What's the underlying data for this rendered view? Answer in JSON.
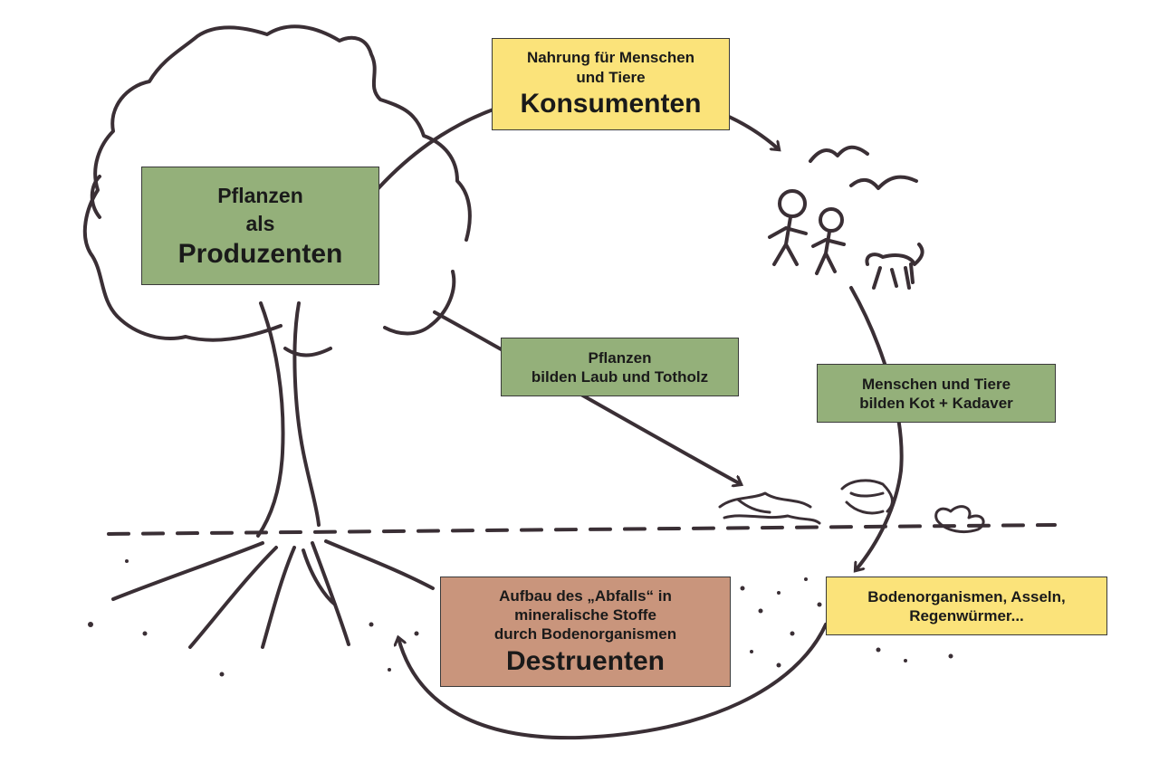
{
  "producers": {
    "line1": "Pflanzen",
    "line2": "als",
    "title": "Produzenten"
  },
  "consumers": {
    "line1": "Nahrung für Menschen",
    "line2": "und Tiere",
    "title": "Konsumenten"
  },
  "leaves": {
    "line1": "Pflanzen",
    "line2": "bilden  Laub und Totholz"
  },
  "feces": {
    "line1": "Menschen und Tiere",
    "line2": "bilden Kot + Kadaver"
  },
  "soil_organisms": {
    "line1": "Bodenorganismen, Asseln,",
    "line2": "Regenwürmer..."
  },
  "decomposers": {
    "line1": "Aufbau des „Abfalls“ in",
    "line2": "mineralische Stoffe",
    "line3": "durch Bodenorganismen",
    "title": "Destruenten"
  },
  "colors": {
    "green": "#94b07a",
    "yellow": "#fbe37a",
    "brown": "#c9957c",
    "ink": "#3a2f35"
  }
}
